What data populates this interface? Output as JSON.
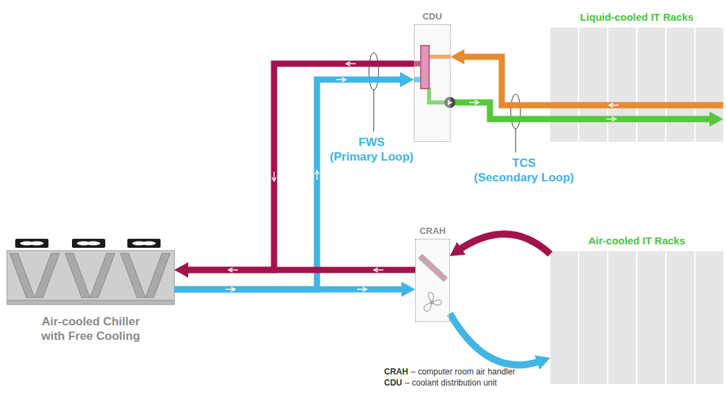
{
  "diagram": {
    "nodes": [
      {
        "text": [
          "CDU"
        ]
      },
      {
        "text": [
          "Liquid-cooled IT Racks"
        ]
      },
      {
        "text": [
          "CRAH"
        ]
      },
      {
        "text": [
          "Air-cooled IT Racks"
        ]
      },
      {
        "text": [
          "Air-cooled Chiller with Free Cooling"
        ]
      }
    ],
    "edges": [
      {
        "from": 0,
        "to": 4,
        "arrow": "to"
      },
      {
        "from": 4,
        "to": 0,
        "arrow": "to"
      },
      {
        "from": 0,
        "to": 1,
        "arrow": "to"
      },
      {
        "from": 1,
        "to": 0,
        "arrow": "to"
      },
      {
        "from": 2,
        "to": 4,
        "arrow": "to"
      },
      {
        "from": 4,
        "to": 2,
        "arrow": "to"
      },
      {
        "from": 3,
        "to": 2,
        "arrow": "to"
      },
      {
        "from": 2,
        "to": 3,
        "arrow": "to"
      }
    ],
    "labels": [
      "FWS (Primary Loop)",
      "TCS (Secondary Loop)",
      "CRAH",
      "– computer room air handler",
      "CDU",
      "– coolant distribution unit"
    ]
  }
}
